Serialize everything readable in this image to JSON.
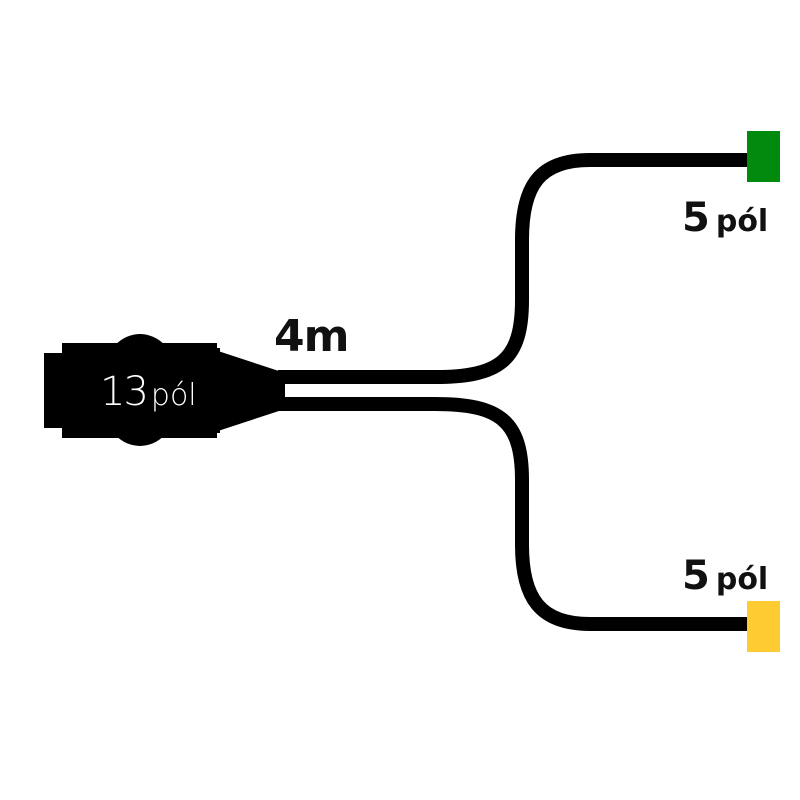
{
  "diagram": {
    "type": "cable-harness",
    "main_connector": {
      "pins": "13",
      "unit": "pól",
      "color": "#000000",
      "text_color": "#ffffff"
    },
    "cable": {
      "length": "4m",
      "color": "#000000"
    },
    "branches": [
      {
        "position": "top",
        "pins": "5",
        "unit": "pól",
        "connector_color": "#008a0e"
      },
      {
        "position": "bottom",
        "pins": "5",
        "unit": "pól",
        "connector_color": "#fecb32"
      }
    ]
  }
}
